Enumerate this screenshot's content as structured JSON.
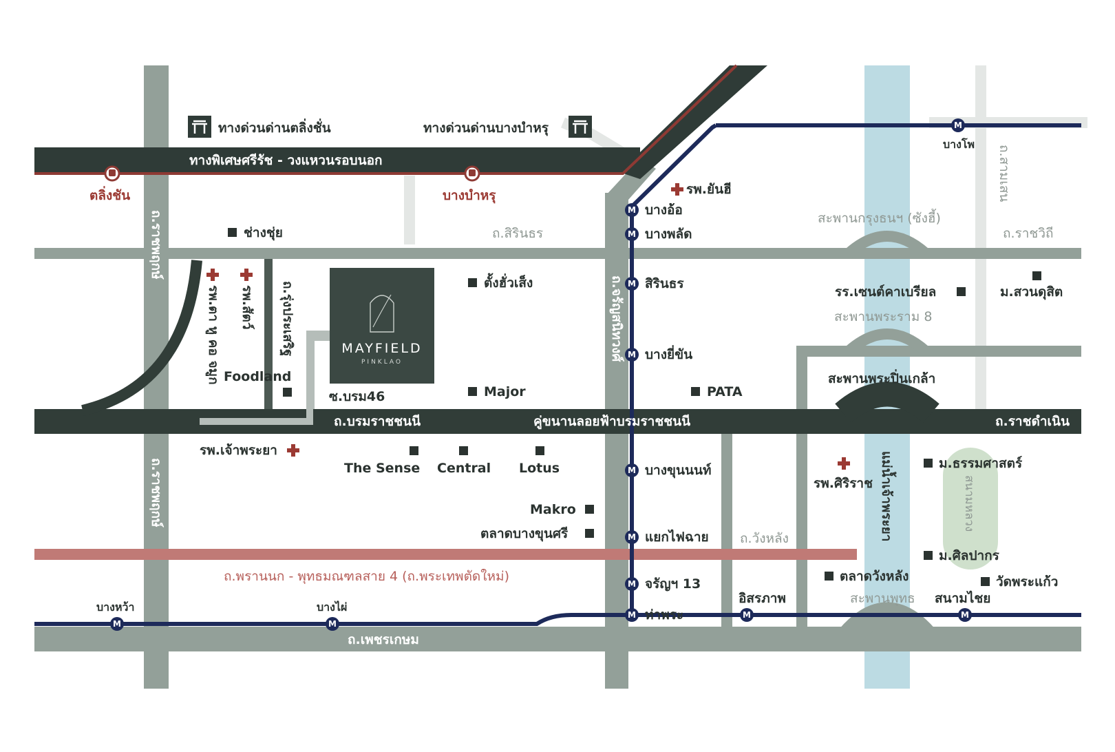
{
  "colors": {
    "road_grey": "#93a099",
    "road_light": "#e4e7e5",
    "road_dark": "#313d38",
    "expressway": "#2f3b37",
    "rail_red": "#8e3a34",
    "metro_blue": "#1d2a5a",
    "river": "#bcdbe3",
    "park": "#cfe0cc",
    "road_pink": "#c07a76",
    "project": "#3b4843"
  },
  "project": {
    "name": "MAYFIELD",
    "sub": "PINKLAO"
  },
  "roads": {
    "expressway": "ทางพิเศษศรีรัช - วงแหวนรอบนอก",
    "borommaratchachonnani": "ถ.บรมราชชนนี",
    "elevated": "คู่ขนานลอยฟ้าบรมราชชนนี",
    "ratchadamnoen": "ถ.ราชดำเนิน",
    "sirindhorn": "ถ.สิรินธร",
    "ratchawithi": "ถ.ราชวิถี",
    "samsen": "ถ.สามเสน",
    "petchkasem": "ถ.เพชรเกษม",
    "phrannok": "ถ.พรานนก - พุทธมณฑลสาย 4 (ถ.พระเทพตัดใหม่)",
    "wanglang": "ถ.วังหลัง",
    "charansanitwong": "ถ.จรัญสนิทวงศ์",
    "ratchaphruek_top": "ถ.ราชพฤกษ์",
    "ratchaphruek_bottom": "ถ.ราชพฤกษ์",
    "rungprasert": "ถ.รุ่งประเสริฐ",
    "soi_borom": "ซ.บรม46"
  },
  "tollgates": {
    "taling_chan": "ทางด่วนด่านตลิ่งชั่น",
    "bang_bamru": "ทางด่วนด่านบางบำหรุ"
  },
  "rail_stations": {
    "taling_chan": "ตลิ่งชัน",
    "bang_bamru": "บางบำหรุ"
  },
  "metro_stations": {
    "bang_pho": "บางโพ",
    "bang_o": "บางอ้อ",
    "bang_phlat": "บางพลัด",
    "sirindhorn": "สิรินธร",
    "bang_yi_khan": "บางยี่ขัน",
    "bang_khun_non": "บางขุนนนท์",
    "yaek_fai_chai": "แยกไฟฉาย",
    "charan_13": "จรัญฯ 13",
    "tha_phra": "ท่าพระ",
    "itsaraphap": "อิสรภาพ",
    "sanam_chai": "สนามไชย",
    "bang_wa": "บางหว้า",
    "bang_phai": "บางไผ่"
  },
  "bridges": {
    "krungthon": "สะพานกรุงธนฯ (ซังฮี้)",
    "rama8": "สะพานพระราม 8",
    "pinklao": "สะพานพระปิ่นเกล้า",
    "phut": "สะพานพุทธ"
  },
  "river": "แม่น้ำเจ้าพระยา",
  "park": "สนามหลวง",
  "hospitals": {
    "yanhee": "รพ.ยันฮี",
    "chao_phraya": "รพ.เจ้าพระยา",
    "siriraj": "รพ.ศิริราช",
    "sat": "รพ.สัตว์",
    "ta_hu_jamook": "รพ.ตา หู คอ จมูก"
  },
  "places": {
    "chang_chui": "ช่างชุ่ย",
    "tang_hua_seng": "ตั้งฮั่วเส็ง",
    "major": "Major",
    "pata": "PATA",
    "foodland": "Foodland",
    "the_sense": "The Sense",
    "central": "Central",
    "lotus": "Lotus",
    "makro": "Makro",
    "talat_bang_khun_si": "ตลาดบางขุนศรี",
    "st_gabriel": "รร.เซนต์คาเบรียล",
    "dusit": "ม.สวนดุสิต",
    "thammasat": "ม.ธรรมศาสตร์",
    "silpakorn": "ม.ศิลปากร",
    "talat_wanglang": "ตลาดวังหลัง",
    "wat_phra_kaew": "วัดพระแก้ว"
  }
}
